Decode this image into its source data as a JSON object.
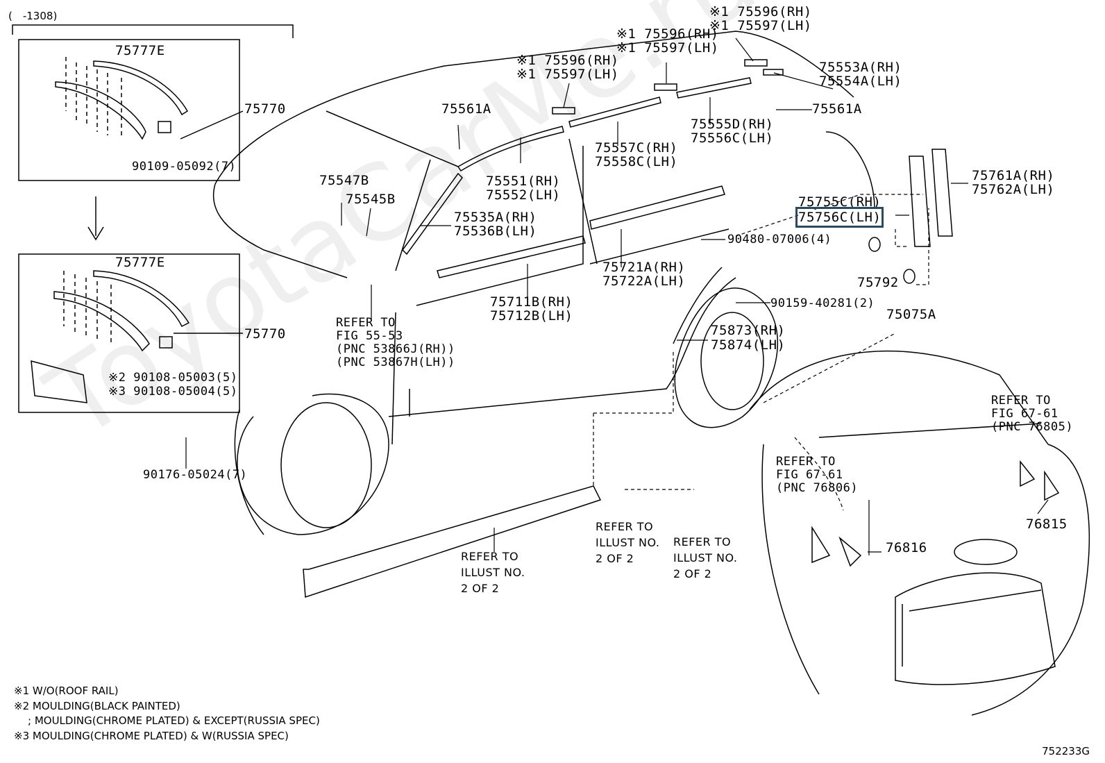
{
  "header": {
    "date_range": "(　-1308)"
  },
  "inset_top": {
    "clip_pnc": "75777E",
    "group_pnc": "75770",
    "clip_part": "90109-05092(7)"
  },
  "inset_bottom": {
    "clip_pnc": "75777E",
    "group_pnc": "75770",
    "clip_a": "※2 90108-05003(5)",
    "clip_b": "※3 90108-05004(5)"
  },
  "below_insets": {
    "grille_clip": "90176-05024(7)"
  },
  "labels": {
    "roof_top_rh": "※1 75596(RH)",
    "roof_top_lh": "※1 75597(LH)",
    "roof_mid_rh": "※1 75596(RH)",
    "roof_mid_lh": "※1 75597(LH)",
    "roof_front_rh": "※1 75596(RH)",
    "roof_front_lh": "※1 75597(LH)",
    "p75553a": "75553A(RH)",
    "p75554a": "75554A(LH)",
    "p75561a_rear": "75561A",
    "p75561a_front": "75561A",
    "p75555d": "75555D(RH)",
    "p75556c": "75556C(LH)",
    "p75557c": "75557C(RH)",
    "p75558c": "75558C(LH)",
    "p75551": "75551(RH)",
    "p75552": "75552(LH)",
    "p75547b": "75547B",
    "p75545b": "75545B",
    "p75535a": "75535A(RH)",
    "p75536b": "75536B(LH)",
    "p75755c": "75755C(RH)",
    "p75756c": "75756C(LH)",
    "p75761a": "75761A(RH)",
    "p75762a": "75762A(LH)",
    "p90480": "90480-07006(4)",
    "p75721a": "75721A(RH)",
    "p75722a": "75722A(LH)",
    "p75711b": "75711B(RH)",
    "p75712b": "75712B(LH)",
    "p75792": "75792",
    "p75075a": "75075A",
    "p90159": "90159-40281(2)",
    "p75873": "75873(RH)",
    "p75874": "75874(LH)",
    "p76816": "76816",
    "p76815": "76815"
  },
  "refs": {
    "fig55": [
      "REFER TO",
      "FIG 55-53",
      "(PNC 53866J(RH))",
      "(PNC 53867H(LH))"
    ],
    "fig67_rear": [
      "REFER TO",
      "FIG 67-61",
      "(PNC 76805)"
    ],
    "fig67_mid": [
      "REFER TO",
      "FIG 67-61",
      "(PNC 76806)"
    ],
    "illust_rocker": [
      "REFER TO",
      "ILLUST NO.",
      "2 OF 2"
    ],
    "illust_a": [
      "REFER TO",
      "ILLUST NO.",
      "2 OF 2"
    ],
    "illust_b": [
      "REFER TO",
      "ILLUST NO.",
      "2 OF 2"
    ]
  },
  "notes": [
    "※1 W/O(ROOF RAIL)",
    "※2 MOULDING(BLACK PAINTED)",
    "; MOULDING(CHROME PLATED) & EXCEPT(RUSSIA SPEC)",
    "※3 MOULDING(CHROME PLATED) & W(RUSSIA SPEC)"
  ],
  "watermark": "ToyotaCarMe.ru",
  "figure_code": "752233G",
  "highlight_color": "#2b4a5e"
}
